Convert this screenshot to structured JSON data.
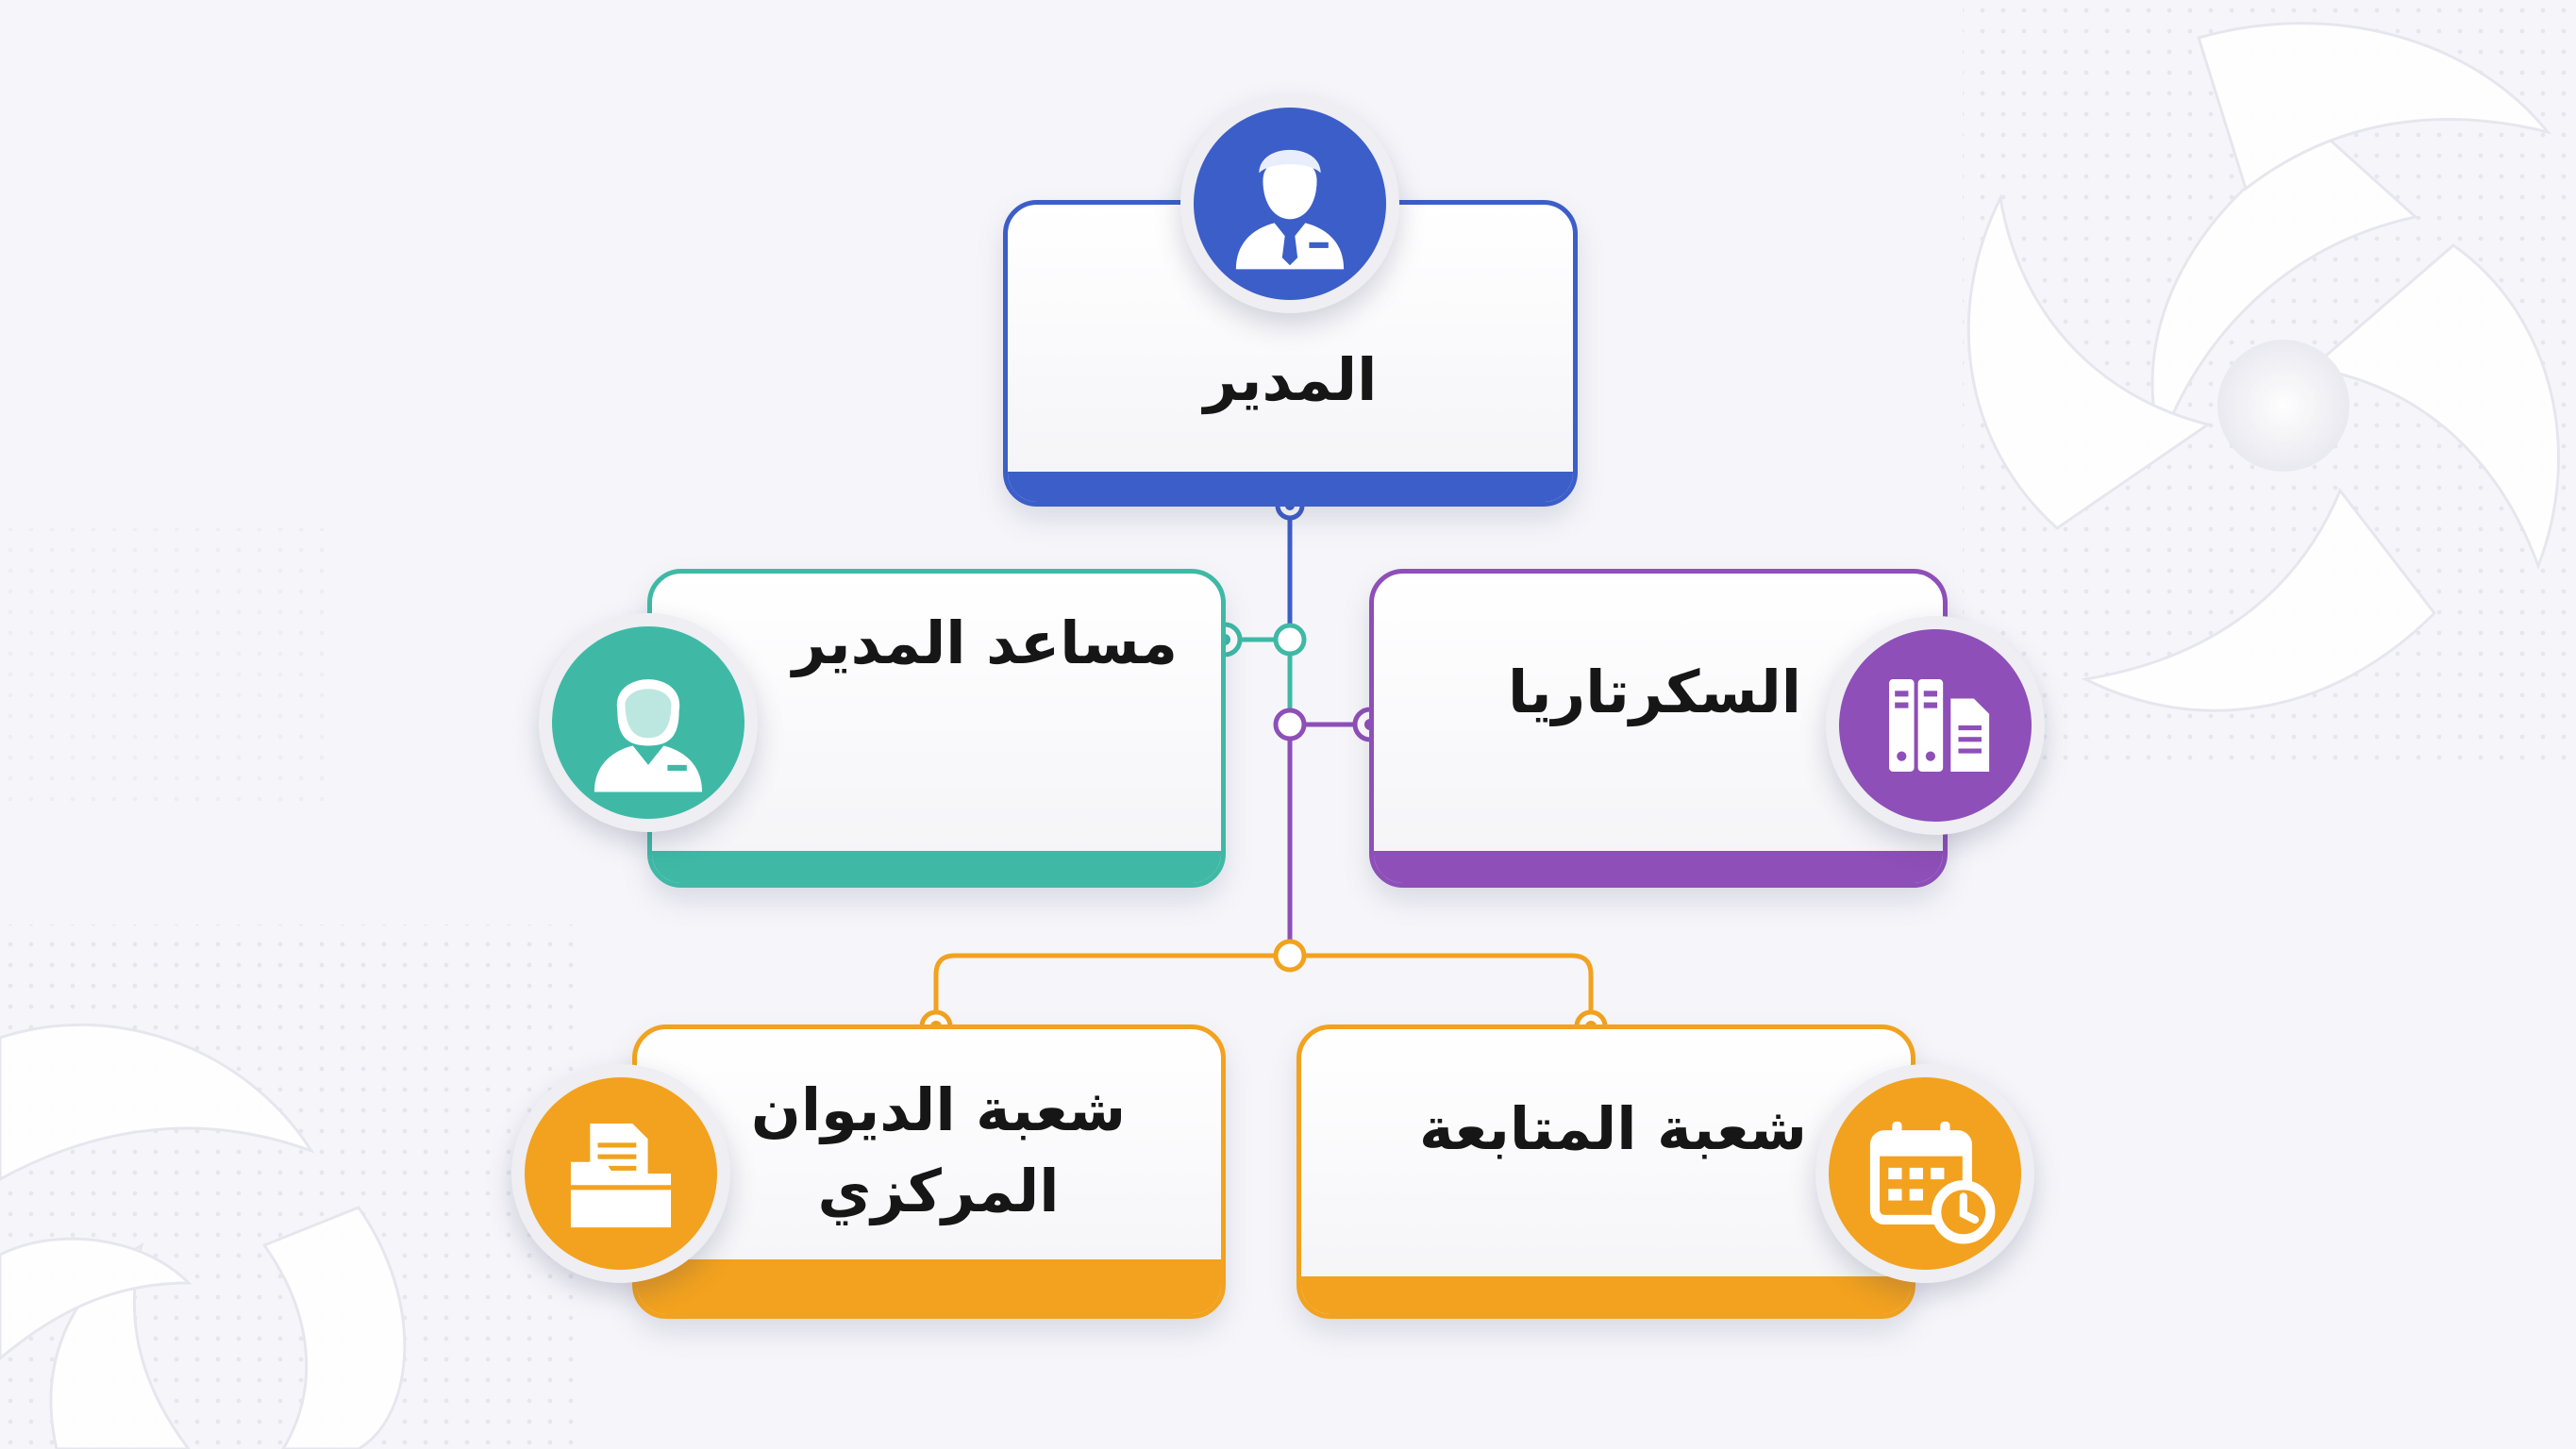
{
  "colors": {
    "manager": "#3c5ec8",
    "assistant": "#3fb9a6",
    "secretariat": "#8e4fb8",
    "divisions": "#f2a21e"
  },
  "nodes": {
    "manager": {
      "label": "المدير",
      "icon": "businessman-icon"
    },
    "assistant": {
      "label": "مساعد المدير",
      "icon": "businesswoman-icon"
    },
    "secretariat": {
      "label": "السكرتاريا",
      "icon": "binders-documents-icon"
    },
    "central_office": {
      "label_line1": "شعبة الديوان",
      "label_line2": "المركزي",
      "icon": "folder-documents-icon"
    },
    "followup": {
      "label": "شعبة المتابعة",
      "icon": "calendar-clock-icon"
    }
  }
}
